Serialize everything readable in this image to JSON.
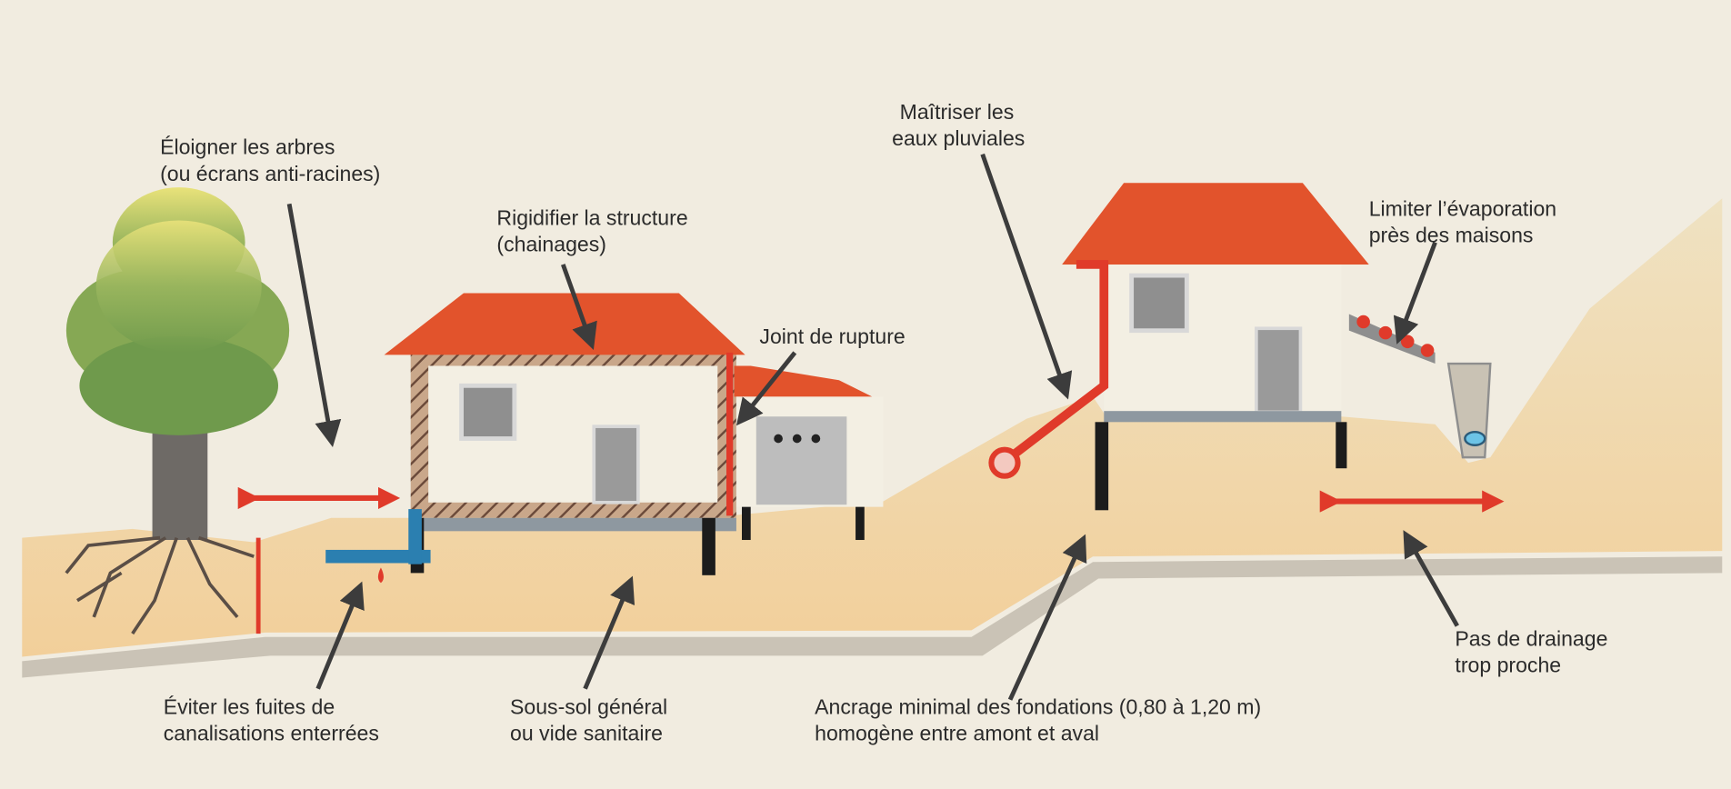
{
  "colors": {
    "background": "#f1ece0",
    "ground": "#f1d8ad",
    "roof": "#e2532c",
    "accent_red": "#e03a2a",
    "wall": "#f3efe3",
    "tree": "#8fae5a"
  },
  "labels": {
    "trees": [
      "Éloigner les arbres",
      "(ou écrans anti-racines)"
    ],
    "structure": [
      "Rigidifier la structure",
      "(chainages)"
    ],
    "joint": [
      "Joint de rupture"
    ],
    "rainwater": [
      "Maîtriser les",
      "eaux pluviales"
    ],
    "evaporation": [
      "Limiter l’évaporation",
      "près des maisons"
    ],
    "drainage": [
      "Pas de drainage",
      "trop proche"
    ],
    "leaks": [
      "Éviter les fuites de",
      "canalisations enterrées"
    ],
    "basement": [
      "Sous-sol général",
      "ou vide sanitaire"
    ],
    "anchoring": [
      "Ancrage minimal des fondations (0,80 à 1,20 m)",
      "homogène entre amont et aval"
    ]
  }
}
